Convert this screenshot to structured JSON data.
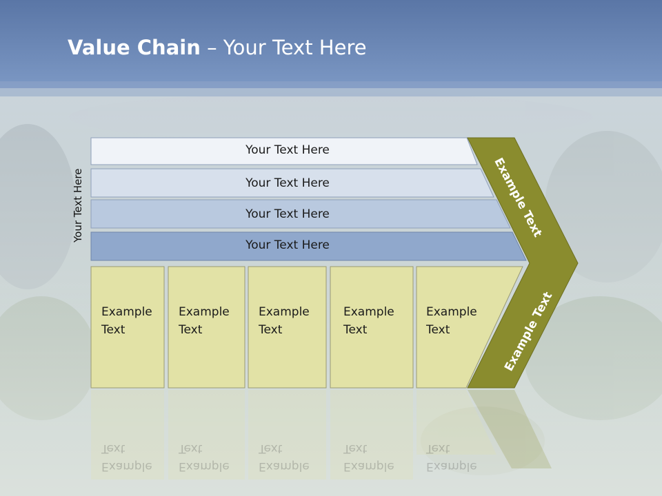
{
  "slide": {
    "title_bold": "Value Chain",
    "title_rest": " – Your Text Here"
  },
  "side_label": "Your Text Here",
  "bars": [
    {
      "label": "Your Text Here"
    },
    {
      "label": "Your Text Here"
    },
    {
      "label": "Your Text Here"
    },
    {
      "label": "Your Text Here"
    }
  ],
  "cells": [
    {
      "line1": "Example",
      "line2": "Text"
    },
    {
      "line1": "Example",
      "line2": "Text"
    },
    {
      "line1": "Example",
      "line2": "Text"
    },
    {
      "line1": "Example",
      "line2": "Text"
    },
    {
      "line1": "Example",
      "line2": "Text"
    }
  ],
  "chevron": {
    "upper_label": "Example Text",
    "lower_label": "Example Text"
  },
  "colors": {
    "header": "#6a88b6",
    "bar_1": "#f0f3f8",
    "bar_2": "#d7e0ec",
    "bar_3": "#b9c9df",
    "bar_4": "#90a8cc",
    "cell": "#e2e2a6",
    "chevron": "#8a8c2e"
  }
}
